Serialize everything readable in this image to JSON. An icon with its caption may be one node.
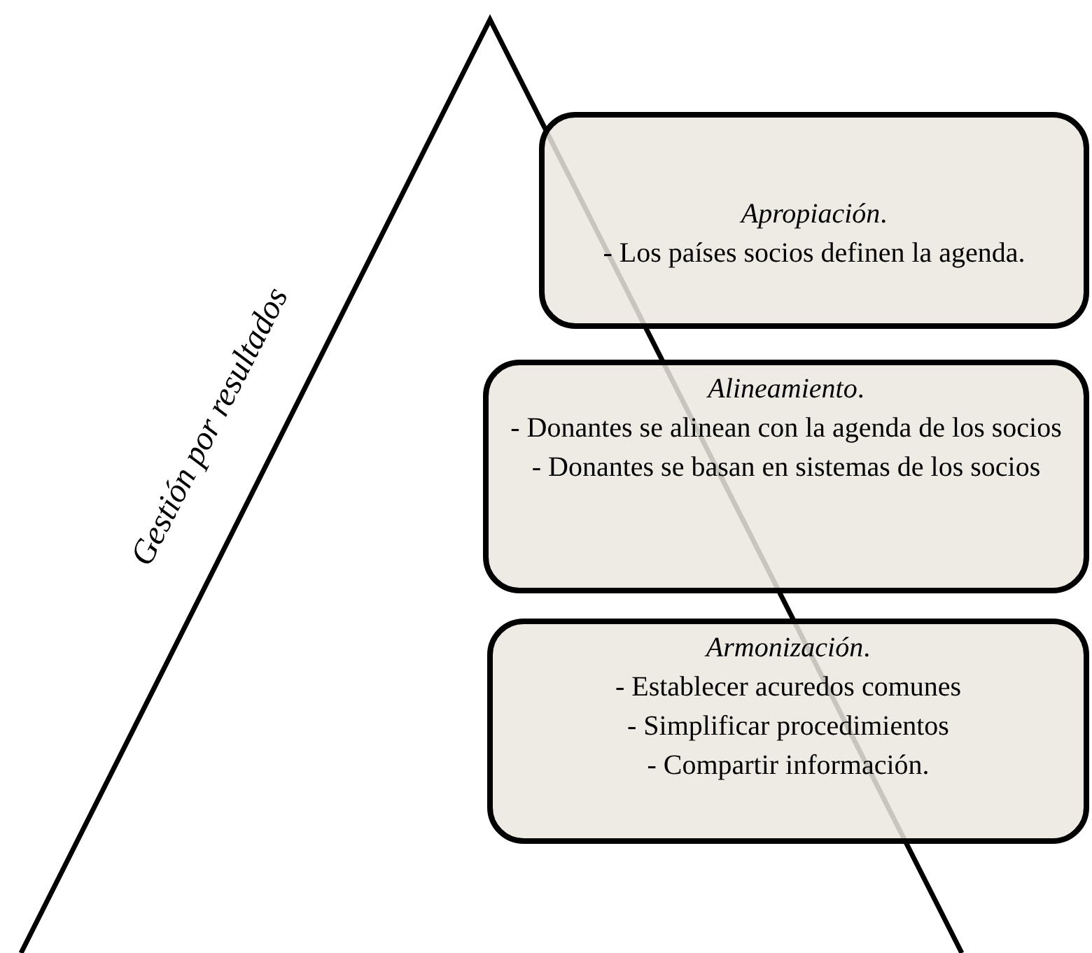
{
  "diagram": {
    "nodes": [
      {
        "text": [
          "*Apropiación*.",
          "- Los países socios definen la agenda."
        ]
      },
      {
        "text": [
          "*Alineamiento*.",
          "-  Donantes se alinean con  la agenda de los socios",
          "- Donantes se basan en sistemas de los socios"
        ]
      },
      {
        "text": [
          "*Armonización*.",
          "- Establecer acuredos comunes",
          "- Simplificar procedimientos",
          "- Compartir  información."
        ]
      }
    ],
    "labels": [
      "Gestión por resultados"
    ]
  }
}
